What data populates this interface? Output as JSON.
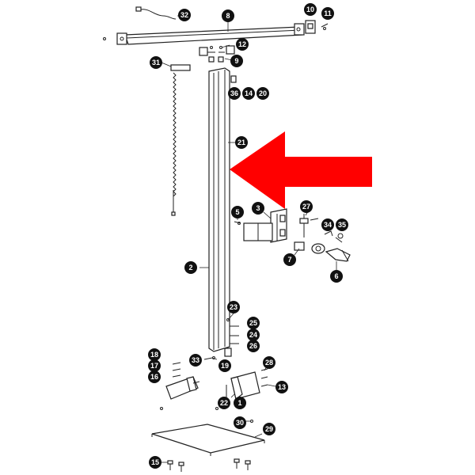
{
  "diagram": {
    "accent_color": "#ff0000",
    "arrow": {
      "icon": "large-arrow-left-icon",
      "color": "#ff0000"
    },
    "callouts": [
      {
        "id": "c32",
        "label": "32"
      },
      {
        "id": "c8",
        "label": "8"
      },
      {
        "id": "c10",
        "label": "10"
      },
      {
        "id": "c11",
        "label": "11"
      },
      {
        "id": "c12",
        "label": "12"
      },
      {
        "id": "c31",
        "label": "31"
      },
      {
        "id": "c9",
        "label": "9"
      },
      {
        "id": "c36",
        "label": "36"
      },
      {
        "id": "c14",
        "label": "14"
      },
      {
        "id": "c20",
        "label": "20"
      },
      {
        "id": "c21",
        "label": "21"
      },
      {
        "id": "c27",
        "label": "27"
      },
      {
        "id": "c5",
        "label": "5"
      },
      {
        "id": "c3",
        "label": "3"
      },
      {
        "id": "c34",
        "label": "34"
      },
      {
        "id": "c35",
        "label": "35"
      },
      {
        "id": "c7",
        "label": "7"
      },
      {
        "id": "c2",
        "label": "2"
      },
      {
        "id": "c6",
        "label": "6"
      },
      {
        "id": "c23",
        "label": "23"
      },
      {
        "id": "c25",
        "label": "25"
      },
      {
        "id": "c24",
        "label": "24"
      },
      {
        "id": "c26",
        "label": "26"
      },
      {
        "id": "c18",
        "label": "18"
      },
      {
        "id": "c17",
        "label": "17"
      },
      {
        "id": "c16",
        "label": "16"
      },
      {
        "id": "c33",
        "label": "33"
      },
      {
        "id": "c19",
        "label": "19"
      },
      {
        "id": "c28",
        "label": "28"
      },
      {
        "id": "c13",
        "label": "13"
      },
      {
        "id": "c22",
        "label": "22"
      },
      {
        "id": "c1",
        "label": "1"
      },
      {
        "id": "c30",
        "label": "30"
      },
      {
        "id": "c29",
        "label": "29"
      },
      {
        "id": "c15",
        "label": "15"
      }
    ]
  }
}
